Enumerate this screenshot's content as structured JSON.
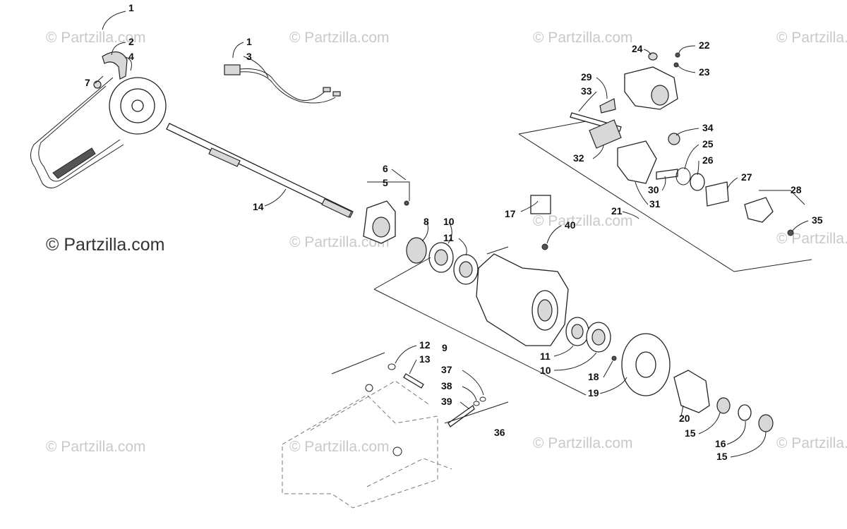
{
  "watermark": "© Partzilla.com",
  "callouts": {
    "c1a": "1",
    "c2": "2",
    "c4": "4",
    "c7": "7",
    "c1b": "1",
    "c3": "3",
    "c14": "14",
    "c6": "6",
    "c5": "5",
    "c8": "8",
    "c10a": "10",
    "c11a": "11",
    "c17": "17",
    "c40": "40",
    "c9": "9",
    "c11b": "11",
    "c10b": "10",
    "c12": "12",
    "c13": "13",
    "c37": "37",
    "c38": "38",
    "c39": "39",
    "c36": "36",
    "c18": "18",
    "c19": "19",
    "c20": "20",
    "c15a": "15",
    "c16": "16",
    "c15b": "15",
    "c24": "24",
    "c22": "22",
    "c23": "23",
    "c29": "29",
    "c33": "33",
    "c34": "34",
    "c32": "32",
    "c25": "25",
    "c26": "26",
    "c27": "27",
    "c28": "28",
    "c30": "30",
    "c31": "31",
    "c21": "21",
    "c35": "35"
  }
}
